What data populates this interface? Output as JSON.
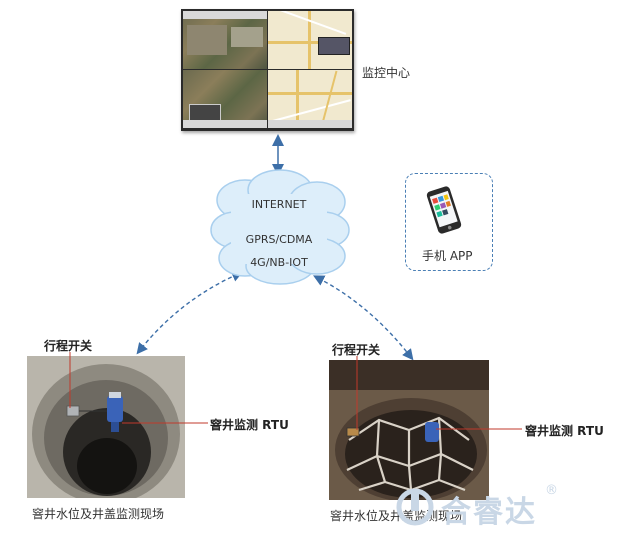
{
  "monitor": {
    "label": "监控中心"
  },
  "cloud": {
    "line1": "INTERNET",
    "line2": "GPRS/CDMA",
    "line3": "4G/NB-IOT"
  },
  "app": {
    "label": "手机 APP"
  },
  "site_left": {
    "switch_label": "行程开关",
    "rtu_label": "窨井监测 RTU",
    "caption": "窨井水位及井盖监测现场"
  },
  "site_right": {
    "switch_label": "行程开关",
    "rtu_label": "窨井监测 RTU",
    "caption": "窨井水位及井盖监测现场"
  },
  "watermark": {
    "brand": "合睿达",
    "mark": "®"
  },
  "colors": {
    "connector": "#3d6fa8",
    "cloud_fill": "#ddeefa",
    "cloud_stroke": "#a9cfee",
    "annotation_line": "#c0392b",
    "watermark": "#c9d7e6"
  }
}
